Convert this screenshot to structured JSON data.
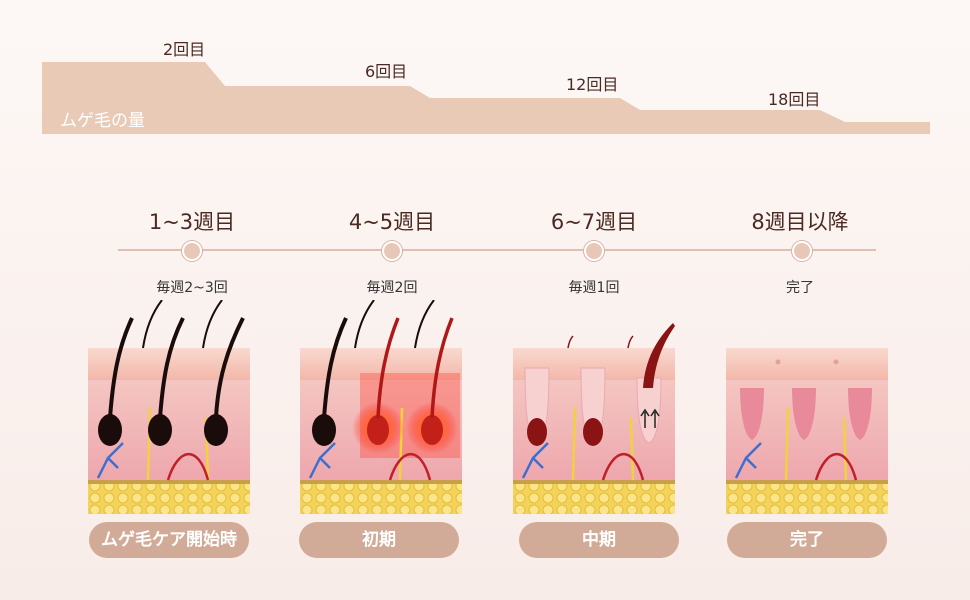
{
  "amount_chart": {
    "label": "ムゲ毛の量",
    "steps": [
      "2回目",
      "6回目",
      "12回目",
      "18回目"
    ],
    "color": "#e8cab7"
  },
  "stages": [
    {
      "title": "1~3週目",
      "frequency": "毎週2~3回",
      "phase": "ムゲ毛ケア開始時"
    },
    {
      "title": "4~5週目",
      "frequency": "毎週2回",
      "phase": "初期"
    },
    {
      "title": "6~7週目",
      "frequency": "毎週1回",
      "phase": "中期"
    },
    {
      "title": "8週目以降",
      "frequency": "完了",
      "phase": "完了"
    }
  ],
  "colors": {
    "accent": "#d2ab98",
    "skin": "#f2b8b8",
    "fat": "#f5d64a",
    "hair": "#1a0c0a",
    "heat": "#ff3020"
  }
}
